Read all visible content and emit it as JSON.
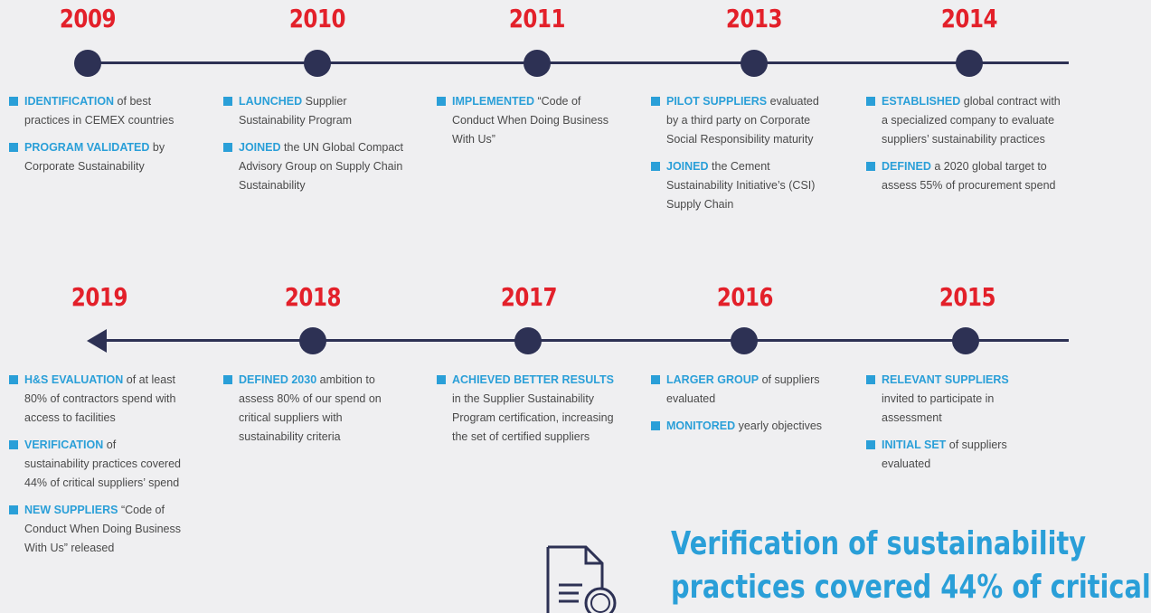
{
  "row1": {
    "years": [
      "2009",
      "2010",
      "2011",
      "2013",
      "2014"
    ],
    "columns": [
      {
        "items": [
          {
            "highlight": "IDENTIFICATION",
            "text": " of best practices in CEMEX countries"
          },
          {
            "highlight": "PROGRAM VALIDATED",
            "text": " by Corporate Sustainability"
          }
        ]
      },
      {
        "items": [
          {
            "highlight": "LAUNCHED",
            "text": " Supplier Sustainability Program"
          },
          {
            "highlight": "JOINED",
            "text": " the UN Global Compact Advisory Group on Supply Chain Sustainability"
          }
        ]
      },
      {
        "items": [
          {
            "highlight": "IMPLEMENTED",
            "text": " “Code of Conduct When Doing Business With Us”"
          }
        ]
      },
      {
        "items": [
          {
            "highlight": "PILOT SUPPLIERS",
            "text": " evaluated by a third party on Corporate Social Responsibility maturity"
          },
          {
            "highlight": "JOINED",
            "text": " the Cement Sustainability Initiative’s (CSI) Supply Chain"
          }
        ]
      },
      {
        "items": [
          {
            "highlight": "ESTABLISHED",
            "text": " global contract with a specialized company to evaluate suppliers’ sustainability practices"
          },
          {
            "highlight": "DEFINED",
            "text": " a 2020 global target to assess 55% of procurement spend"
          }
        ]
      }
    ]
  },
  "row2": {
    "years": [
      "2019",
      "2018",
      "2017",
      "2016",
      "2015"
    ],
    "columns": [
      {
        "items": [
          {
            "highlight": "H&S EVALUATION",
            "text": " of at least 80% of contractors spend with access to facilities"
          },
          {
            "highlight": "VERIFICATION",
            "text": " of sustainability practices covered 44% of critical suppliers’ spend"
          },
          {
            "highlight": "NEW SUPPLIERS",
            "text": " “Code of Conduct When Doing Business With Us” released"
          }
        ]
      },
      {
        "items": [
          {
            "highlight": "DEFINED 2030",
            "text": " ambition to assess 80% of our spend on critical suppliers with sustainability criteria"
          }
        ]
      },
      {
        "items": [
          {
            "highlight": "ACHIEVED BETTER RESULTS",
            "text": " in the Supplier Sustainability Program certification, increasing the set of certified suppliers"
          }
        ]
      },
      {
        "items": [
          {
            "highlight": "LARGER GROUP",
            "text": " of suppliers evaluated"
          },
          {
            "highlight": "MONITORED",
            "text": " yearly objectives"
          }
        ]
      },
      {
        "items": [
          {
            "highlight": "RELEVANT SUPPLIERS",
            "text": " invited to participate in assessment"
          },
          {
            "highlight": "INITIAL SET",
            "text": " of suppliers evaluated"
          }
        ]
      }
    ]
  },
  "callout": {
    "line1": "Verification of sustainability",
    "line2": "practices covered 44% of critical"
  },
  "icons": {
    "callout_icon": "document-magnifier-icon"
  },
  "colors": {
    "accent_red": "#e3202a",
    "accent_blue": "#2a9fd8",
    "navy": "#2d3154",
    "text": "#4a4a4a"
  }
}
